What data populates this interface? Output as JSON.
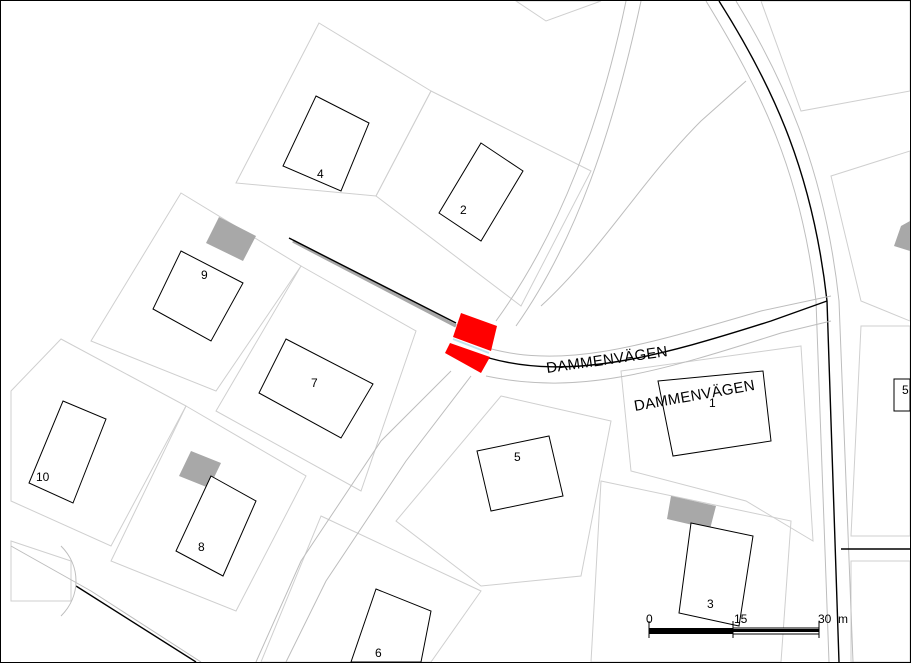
{
  "map": {
    "street_name_upper": "DAMMENVÄGEN",
    "street_name_lower": "DAMMENVÄGEN",
    "house_numbers": [
      "4",
      "2",
      "9",
      "7",
      "10",
      "8",
      "6",
      "5",
      "1",
      "3",
      "5"
    ],
    "highlight_color": "#ff0000",
    "building_color": "#ffffff",
    "garage_color": "#a8a8a8",
    "parcel_line_color": "#cfcfcf"
  },
  "scale_bar": {
    "label_0": "0",
    "label_15": "15",
    "label_30": "30",
    "unit": "m"
  }
}
